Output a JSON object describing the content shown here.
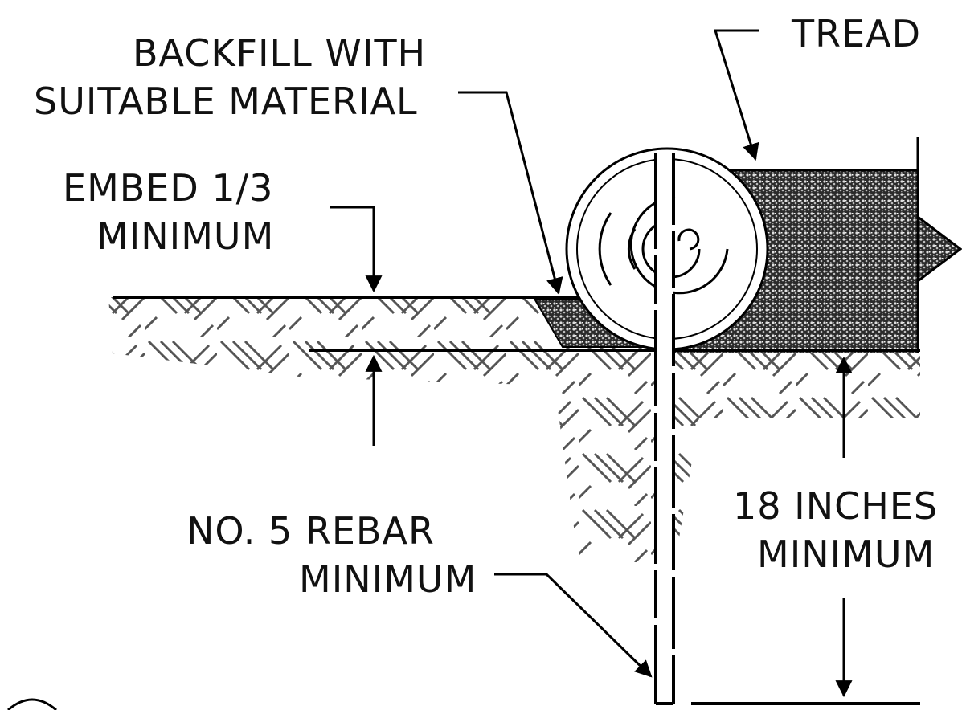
{
  "labels": {
    "tread": "TREAD",
    "backfill_line1": "BACKFILL WITH",
    "backfill_line2": "SUITABLE MATERIAL",
    "embed_line1": "EMBED 1/3",
    "embed_line2": "MINIMUM",
    "rebar_line1": "NO. 5 REBAR",
    "rebar_line2": "MINIMUM",
    "depth_line1": "18 INCHES",
    "depth_line2": "MINIMUM"
  },
  "colors": {
    "ink": "#000000",
    "hatch": "#555555",
    "gravel_dark": "#1a1a1a",
    "gravel_light": "#cfcfcf"
  }
}
